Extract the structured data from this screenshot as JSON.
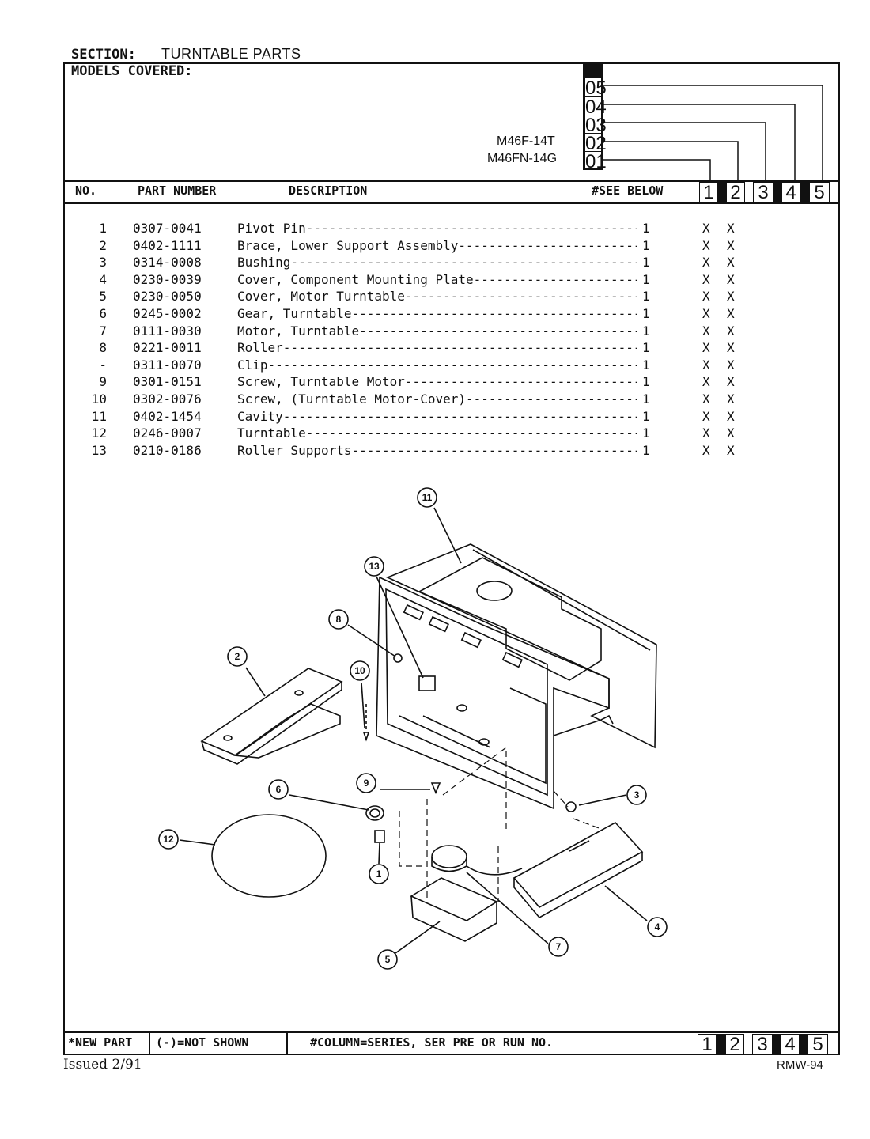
{
  "header": {
    "section_label": "SECTION:",
    "section_value": "TURNTABLE PARTS",
    "models_covered_label": "MODELS COVERED:",
    "models": [
      "M46F-14T",
      "M46FN-14G"
    ],
    "series_codes": [
      "05",
      "04",
      "03",
      "02",
      "01"
    ]
  },
  "columns": {
    "no": "NO.",
    "part_number": "PART NUMBER",
    "description": "DESCRIPTION",
    "see_below": "#SEE BELOW",
    "series": [
      "1",
      "2",
      "3",
      "4",
      "5"
    ]
  },
  "parts": [
    {
      "no": "1",
      "part": "0307-0041",
      "desc": "Pivot Pin-----------------------------------------------",
      "qty": "1",
      "x1": "X",
      "x2": "X"
    },
    {
      "no": "2",
      "part": "0402-1111",
      "desc": "Brace, Lower Support Assembly---------------------------",
      "qty": "1",
      "x1": "X",
      "x2": "X"
    },
    {
      "no": "3",
      "part": "0314-0008",
      "desc": "Bushing-------------------------------------------------",
      "qty": "1",
      "x1": "X",
      "x2": "X"
    },
    {
      "no": "4",
      "part": "0230-0039",
      "desc": "Cover, Component Mounting Plate-------------------------",
      "qty": "1",
      "x1": "X",
      "x2": "X"
    },
    {
      "no": "5",
      "part": "0230-0050",
      "desc": "Cover, Motor Turntable----------------------------------",
      "qty": "1",
      "x1": "X",
      "x2": "X"
    },
    {
      "no": "6",
      "part": "0245-0002",
      "desc": "Gear, Turntable-----------------------------------------",
      "qty": "1",
      "x1": "X",
      "x2": "X"
    },
    {
      "no": "7",
      "part": "0111-0030",
      "desc": "Motor, Turntable----------------------------------------",
      "qty": "1",
      "x1": "X",
      "x2": "X"
    },
    {
      "no": "8",
      "part": "0221-0011",
      "desc": "Roller--------------------------------------------------",
      "qty": "1",
      "x1": "X",
      "x2": "X"
    },
    {
      "no": "-",
      "part": "0311-0070",
      "desc": "Clip----------------------------------------------------",
      "qty": "1",
      "x1": "X",
      "x2": "X"
    },
    {
      "no": "9",
      "part": "0301-0151",
      "desc": "Screw, Turntable Motor----------------------------------",
      "qty": "1",
      "x1": "X",
      "x2": "X"
    },
    {
      "no": "10",
      "part": "0302-0076",
      "desc": "Screw, (Turntable Motor-Cover)--------------------------",
      "qty": "1",
      "x1": "X",
      "x2": "X"
    },
    {
      "no": "11",
      "part": "0402-1454",
      "desc": "Cavity--------------------------------------------------",
      "qty": "1",
      "x1": "X",
      "x2": "X"
    },
    {
      "no": "12",
      "part": "0246-0007",
      "desc": "Turntable-----------------------------------------------",
      "qty": "1",
      "x1": "X",
      "x2": "X"
    },
    {
      "no": "13",
      "part": "0210-0186",
      "desc": "Roller Supports-----------------------------------------",
      "qty": "1",
      "x1": "X",
      "x2": "X"
    }
  ],
  "diagram": {
    "callouts": [
      "1",
      "2",
      "3",
      "4",
      "5",
      "6",
      "7",
      "8",
      "9",
      "10",
      "11",
      "12",
      "13"
    ]
  },
  "footer": {
    "new_part": "*NEW PART",
    "not_shown": "(-)=NOT SHOWN",
    "column_note": "#COLUMN=SERIES, SER PRE OR RUN NO.",
    "issued": "Issued 2/91",
    "doc_code": "RMW-94"
  }
}
